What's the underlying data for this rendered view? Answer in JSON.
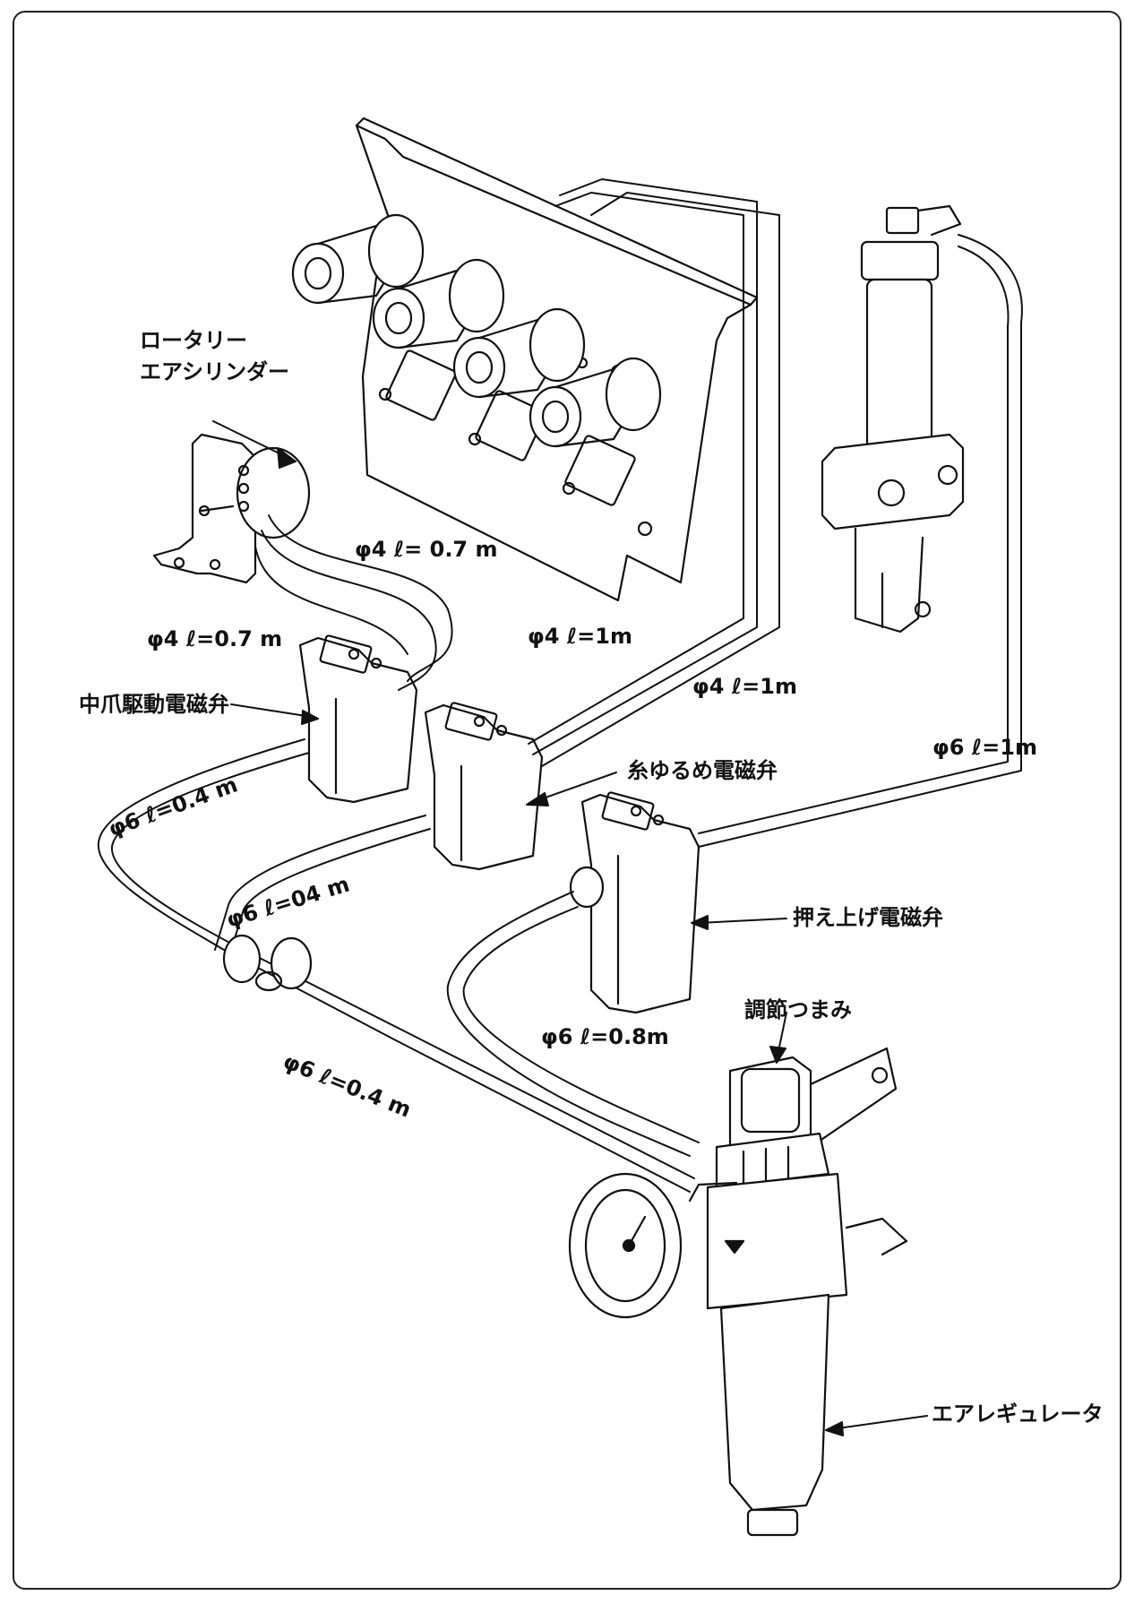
{
  "labels": {
    "rotary_cylinder_line1": "ロータリー",
    "rotary_cylinder_line2": "エアシリンダー",
    "center_claw_valve": "中爪駆動電磁弁",
    "thread_release_valve": "糸ゆるめ電磁弁",
    "presser_lift_valve": "押え上げ電磁弁",
    "adjust_knob": "調節つまみ",
    "air_regulator": "エアレギュレータ"
  },
  "tubes": {
    "t1": "φ4 ℓ= 0.7 m",
    "t2": "φ4 ℓ=0.7 m",
    "t3": "φ4 ℓ=1m",
    "t4": "φ4 ℓ=1m",
    "t5": "φ6 ℓ=1m",
    "t6": "φ6 ℓ=0.4 m",
    "t7": "φ6 ℓ=04 m",
    "t8": "φ6 ℓ=0.8m",
    "t9": "φ6 ℓ=0.4 m"
  }
}
